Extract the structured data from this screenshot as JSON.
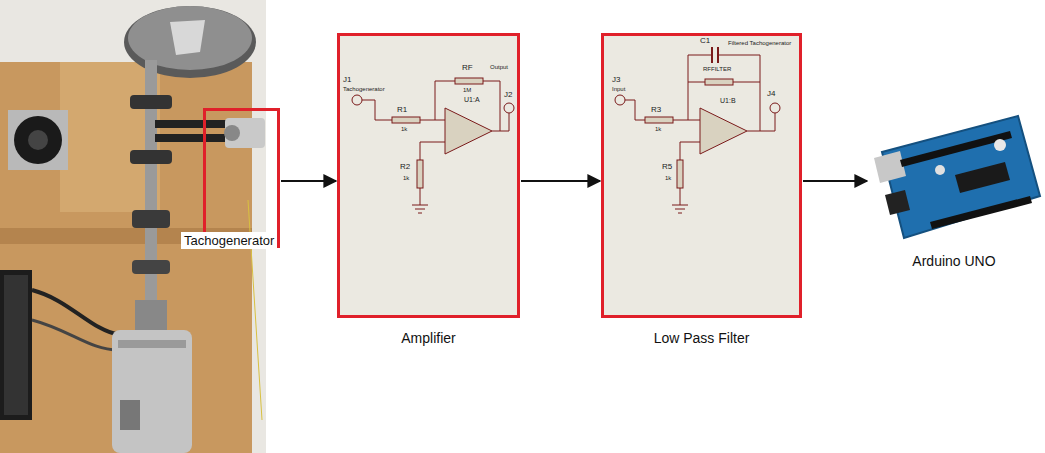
{
  "diagram": {
    "nodes": [
      {
        "text": [
          "Tachogenerator"
        ]
      },
      {
        "text": [
          "Amplifier"
        ]
      },
      {
        "text": [
          "Low Pass Filter"
        ]
      },
      {
        "text": [
          "Arduino UNO"
        ]
      }
    ],
    "edges": [
      {
        "from": 0,
        "to": 1,
        "arrow": "to"
      },
      {
        "from": 1,
        "to": 2,
        "arrow": "to"
      },
      {
        "from": 2,
        "to": 3,
        "arrow": "to"
      }
    ],
    "labels": [
      "J1",
      "Tachogenerator",
      "RF",
      "1M",
      "R1",
      "1k",
      "R2",
      "1k",
      "U1:A",
      "J2",
      "Output",
      "C1",
      "RFFILTER",
      "U1:B",
      "J3",
      "Input",
      "R3",
      "1k",
      "R5",
      "1k",
      "J4",
      "Filtered Tachogenerator"
    ]
  }
}
